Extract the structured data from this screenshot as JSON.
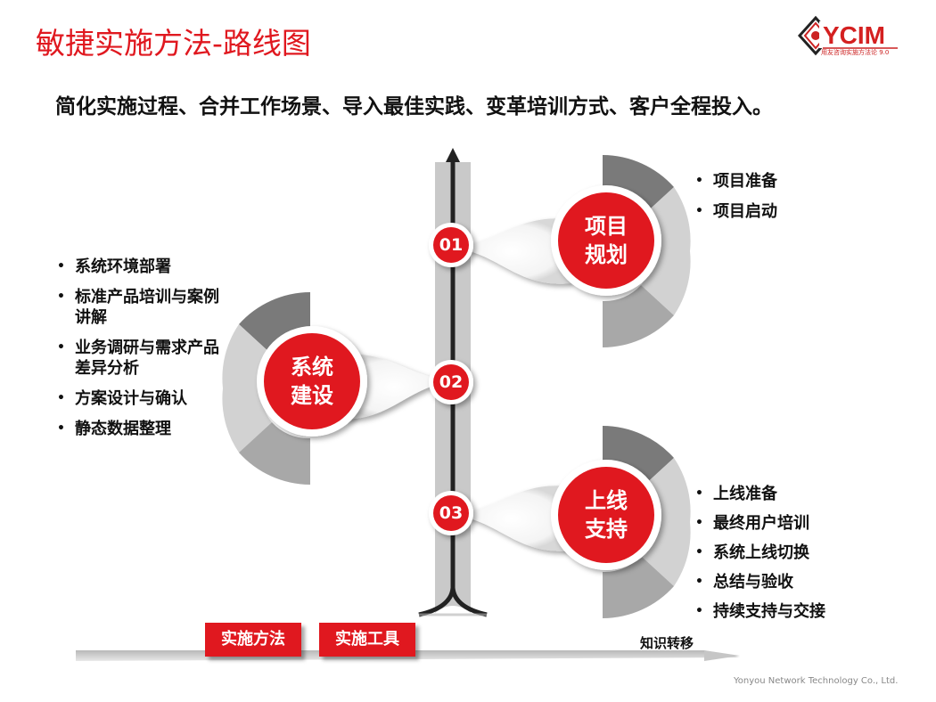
{
  "header": {
    "title": "敏捷实施方法-路线图",
    "logo_text": "YCIM",
    "logo_subtext": "用友咨询实施方法论 9.0"
  },
  "subtitle": "简化实施过程、合并工作场景、导入最佳实践、变革培训方式、客户全程投入。",
  "stages": [
    {
      "num": "01",
      "label_line1": "项目",
      "label_line2": "规划",
      "items": [
        "项目准备",
        "项目启动"
      ]
    },
    {
      "num": "02",
      "label_line1": "系统",
      "label_line2": "建设",
      "items": [
        "系统环境部署",
        "标准产品培训与案例讲解",
        "业务调研与需求产品差异分析",
        "方案设计与确认",
        "静态数据整理"
      ]
    },
    {
      "num": "03",
      "label_line1": "上线",
      "label_line2": "支持",
      "items": [
        "上线准备",
        "最终用户培训",
        "系统上线切换",
        "总结与验收",
        "持续支持与交接"
      ]
    }
  ],
  "bottom": {
    "button1": "实施方法",
    "button2": "实施工具",
    "transfer_label": "知识转移"
  },
  "footer": "Yonyou Network Technology Co., Ltd.",
  "colors": {
    "accent": "#e0181f",
    "dark_gray": "#7a7a7a",
    "mid_gray": "#a8a8a8",
    "light_gray": "#d2d2d2"
  }
}
